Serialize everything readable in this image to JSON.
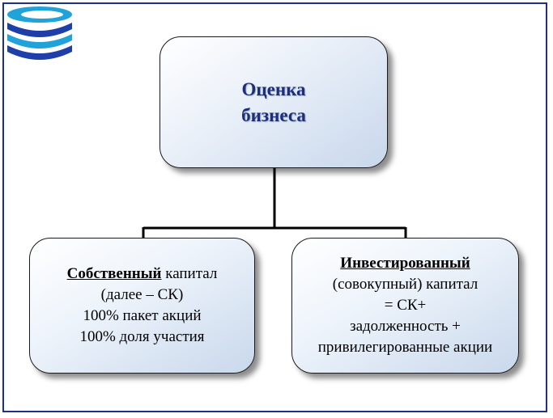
{
  "diagram": {
    "root": {
      "line1": "Оценка",
      "line2": "бизнеса"
    },
    "left": {
      "head_bold": "Собственный",
      "head_rest": " капитал",
      "line2": "(далее – СК)",
      "line3": "100% пакет акций",
      "line4": "100% доля участия"
    },
    "right": {
      "head_bold": "Инвестированный",
      "line2": "(совокупный) капитал",
      "line3": "= СК+",
      "line4": "задолженность +",
      "line5": "привилегированные акции"
    }
  },
  "colors": {
    "frame": "#1f2f8c",
    "title_text": "#1c2f78",
    "logo_blue": "#1e3ea8",
    "logo_cyan": "#1fa3d9"
  }
}
